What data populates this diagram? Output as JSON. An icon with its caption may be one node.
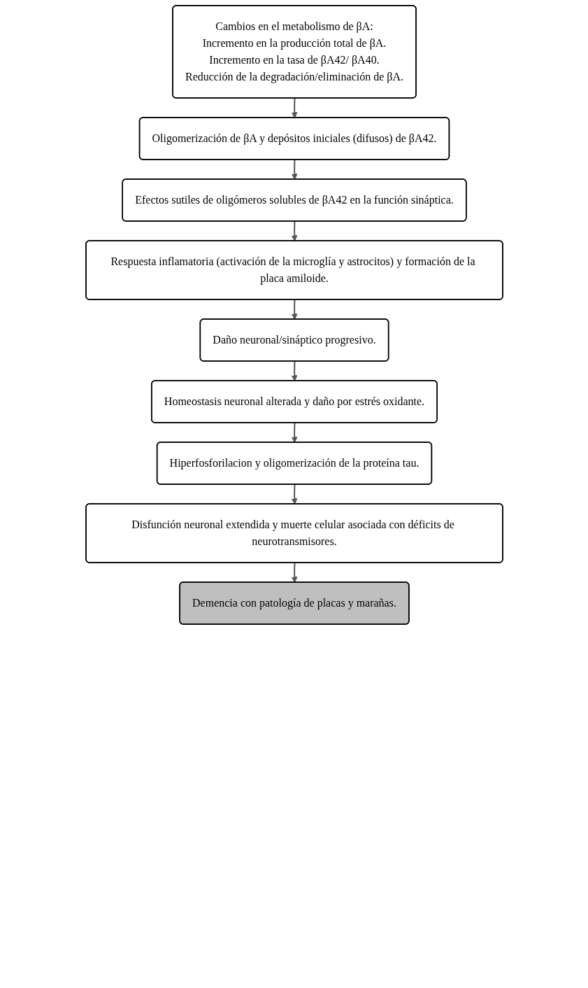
{
  "diagram": {
    "nodes": [
      {
        "text": [
          "Cambios en el metabolismo de βA:",
          "Incremento en la producción total de βA.",
          "Incremento en la tasa de βA42/ βA40.",
          "Reducción de la degradación/eliminación de βA."
        ]
      },
      {
        "text": [
          "Oligomerización de βA y depósitos iniciales (difusos) de βA42."
        ]
      },
      {
        "text": [
          "Efectos sutiles de oligómeros solubles de βA42 en la función sináptica."
        ]
      },
      {
        "text": [
          "Respuesta inflamatoria (activación de la microglía y astrocitos) y formación de la placa amiloide."
        ]
      },
      {
        "text": [
          "Daño neuronal/sináptico progresivo."
        ]
      },
      {
        "text": [
          "Homeostasis neuronal alterada y daño por estrés oxidante."
        ]
      },
      {
        "text": [
          "Hiperfosforilacion y oligomerización de la proteína tau."
        ]
      },
      {
        "text": [
          "Disfunción neuronal extendida y muerte celular asociada con déficits de neurotransmisores."
        ]
      },
      {
        "text": [
          "Demencia con patología de placas y marañas."
        ]
      }
    ],
    "edges": [
      {
        "from": 0,
        "to": 1,
        "arrow": "to"
      },
      {
        "from": 1,
        "to": 2,
        "arrow": "to"
      },
      {
        "from": 2,
        "to": 3,
        "arrow": "to"
      },
      {
        "from": 3,
        "to": 4,
        "arrow": "to"
      },
      {
        "from": 4,
        "to": 5,
        "arrow": "to"
      },
      {
        "from": 5,
        "to": 6,
        "arrow": "to"
      },
      {
        "from": 6,
        "to": 7,
        "arrow": "to"
      },
      {
        "from": 7,
        "to": 8,
        "arrow": "to"
      }
    ]
  }
}
